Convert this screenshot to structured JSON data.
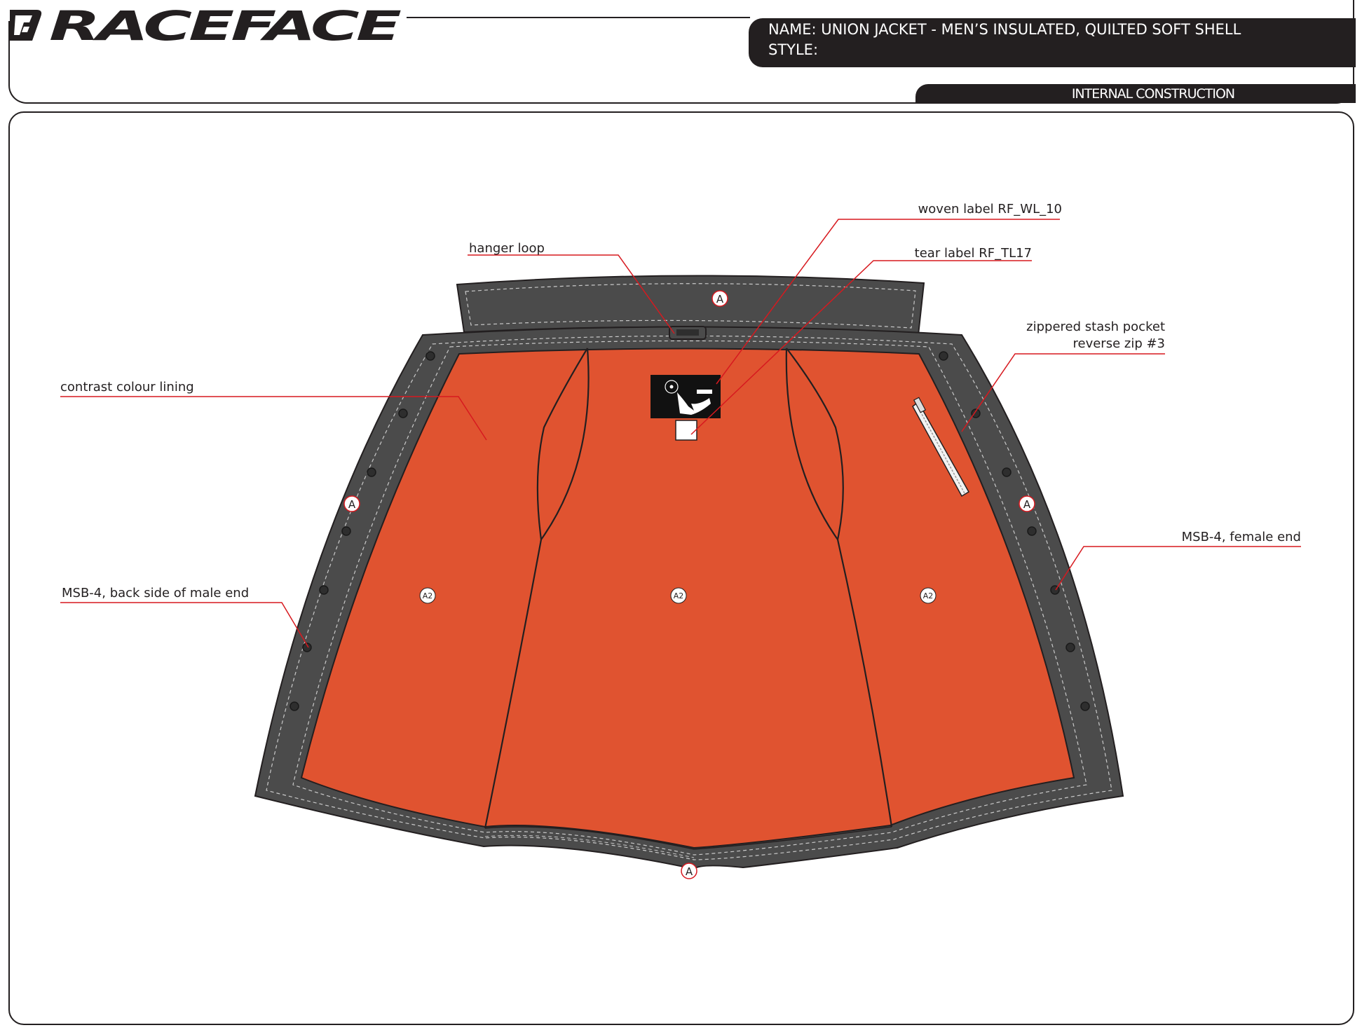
{
  "brand": {
    "logo_text": "RACEFACE"
  },
  "title_block": {
    "name_line": "NAME: UNION JACKET - MEN’S INSULATED, QUILTED SOFT SHELL",
    "style_line": "STYLE:",
    "section": "INTERNAL CONSTRUCTION"
  },
  "colors": {
    "frame": "#231f20",
    "shell": "#4b4b4b",
    "lining": "#e05330",
    "callout_line": "#d7191f",
    "label_patch": "#111111"
  },
  "callouts": [
    {
      "id": "woven-label",
      "text": "woven label RF_WL_10"
    },
    {
      "id": "tear-label",
      "text": "tear label RF_TL17"
    },
    {
      "id": "hanger-loop",
      "text": "hanger loop"
    },
    {
      "id": "stash-pocket",
      "text": "zippered stash pocket",
      "text2": "reverse zip #3"
    },
    {
      "id": "lining",
      "text": "contrast colour lining"
    },
    {
      "id": "msb-female",
      "text": "MSB-4, female end"
    },
    {
      "id": "msb-male",
      "text": "MSB-4, back side of male end"
    }
  ],
  "fabric_marks": {
    "shell": "A",
    "lining": "A2"
  }
}
